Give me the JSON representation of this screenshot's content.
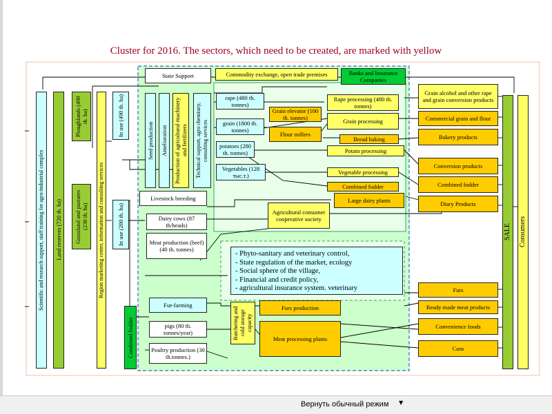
{
  "title": "Cluster for 2016. The sectors, which need to be created, are marked with yellow",
  "boxes": {
    "scientific": "Scientific and research support, staff training for agro-industrial complex",
    "land_reserves": "Land reserves (720 th. ha)",
    "ploughlands": "Ploughlands (490 th. ha)",
    "grassland": "Grassland and pastures (230 th. ha)",
    "region_marketing": "Region marketing center, information and consulting services",
    "in_use_490": "In use (490 th. ha)",
    "in_use_200": "In use (200 th. ha)",
    "state_support": "State Support",
    "commodity": "Commodity exchange, open trade premises",
    "banks": "Banks and Insurance Companies",
    "seed": "Seed production",
    "amelioration": "Amelioration",
    "prod_machinery": "Production of agricultural machinery and fertilizers",
    "technical": "Technical support, agro chemistry, consulting services",
    "rape": "rape (480 th. tonnes)",
    "grain": "grain (1800 th. tonnes)",
    "potatoes": "potatoes (280 th. tonnes)",
    "vegetables": "Vegetables (128 тыс.т.)",
    "grain_elevator": "Grain elevator (100 th. tonnes)",
    "flour_millers": "Flour millers",
    "rape_processing": "Rape processing (480 th. tonnes)",
    "grain_processing": "Grain processing",
    "bread_baking": "Bread baking",
    "potato_processing": "Potato processing",
    "vegetable_processing": "Vegetable processing",
    "combined_fodder_mid": "Combined fodder",
    "large_dairy": "Large dairy plants",
    "grain_alcohol": "Grain alcohol and other rape and grain conversion products",
    "commercial_grain": "Commercial grain and flour",
    "bakery": "Bakery products",
    "conversion": "Conversion products",
    "combined_fodder_right": "Combined fodder",
    "diary_products": "Diary Products",
    "livestock": "Livestock breeding",
    "dairy_cows": "Dairy cows (87 th/heads)",
    "meat_beef": "Meat production (beef) (40 th. tonnes)",
    "agri_coop": "Agricultural consumer cooperative society",
    "policies": [
      "- Phyto-sanitary and veterinary control,",
      "- State regulation of the market, ecology",
      "- Social sphere of the village,",
      "- Financial and credit policy,",
      "- agricultural insurance system. veterinary"
    ],
    "combined_fodder_left": "Combined fodder",
    "fur_farming": "Fur-farming",
    "pigs": "pigs (80 th. tonnes/year)",
    "poultry": "Poultry production (30 th.tonnes.)",
    "butchering": "Butchering and cold storage capacity",
    "furs_production": "Furs production",
    "meat_plants": "Meat processing plants",
    "furs": "Furs",
    "ready_meat": "Ready made meat products",
    "convenience": "Convenience foods",
    "cans": "Cans",
    "sale": "SALE",
    "consumers": "Consumers"
  },
  "statusbar": {
    "mode_label": "Вернуть обычный режим",
    "arrow": "▼"
  },
  "colors": {
    "title": "#a0001e",
    "yellow": "#ffcc00",
    "light_yellow": "#ffff66",
    "light_cyan": "#ccffff",
    "light_green_area": "#ccffcc",
    "green": "#99cc33",
    "bright_green": "#00cc33"
  }
}
